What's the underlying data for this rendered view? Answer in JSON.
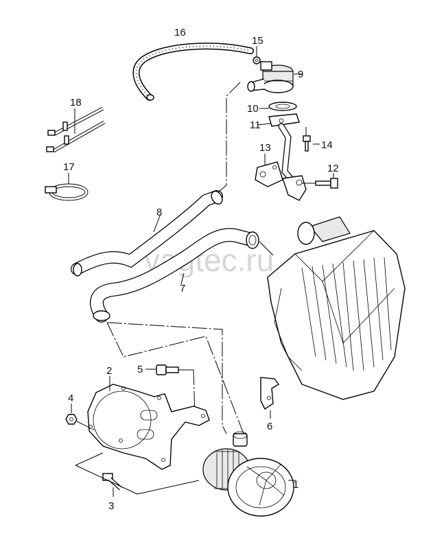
{
  "watermark": "vagtec.ru",
  "callouts": [
    {
      "id": "1",
      "label": "1"
    },
    {
      "id": "2",
      "label": "2"
    },
    {
      "id": "3",
      "label": "3"
    },
    {
      "id": "4",
      "label": "4"
    },
    {
      "id": "5",
      "label": "5"
    },
    {
      "id": "6",
      "label": "6"
    },
    {
      "id": "7",
      "label": "7"
    },
    {
      "id": "8",
      "label": "8"
    },
    {
      "id": "9",
      "label": "9"
    },
    {
      "id": "10",
      "label": "10"
    },
    {
      "id": "11",
      "label": "11"
    },
    {
      "id": "12",
      "label": "12"
    },
    {
      "id": "13",
      "label": "13"
    },
    {
      "id": "14",
      "label": "14"
    },
    {
      "id": "15",
      "label": "15"
    },
    {
      "id": "16",
      "label": "16"
    },
    {
      "id": "17",
      "label": "17"
    },
    {
      "id": "18",
      "label": "18"
    }
  ]
}
